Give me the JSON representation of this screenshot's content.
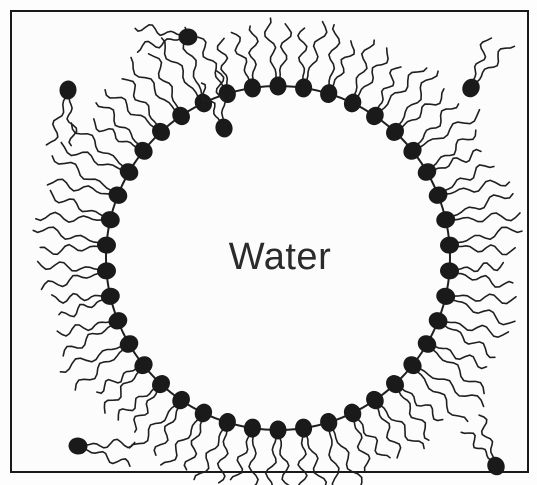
{
  "diagram": {
    "core_label": "Water",
    "colors": {
      "stroke": "#1f1f1f",
      "head": "#1a1a1a",
      "frame": "#1a1a1a",
      "background": "#fcfcfc"
    },
    "nodes": [
      {
        "id": "water-core",
        "label": "Water",
        "kind": "aqueous-core"
      },
      {
        "id": "interface-circle",
        "kind": "boundary"
      },
      {
        "id": "surfactant-ring",
        "kind": "molecule-group",
        "count": 42
      },
      {
        "id": "free-molecules",
        "kind": "molecule-group",
        "count": 6
      }
    ]
  }
}
